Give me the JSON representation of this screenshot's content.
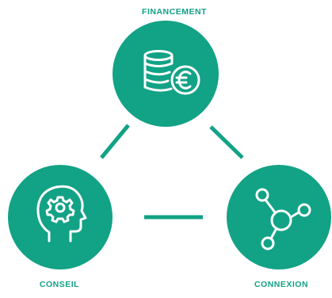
{
  "nodes": {
    "top": {
      "label": "FINANCEMENT",
      "icon": "coins-euro-icon"
    },
    "left": {
      "label": "CONSEIL",
      "icon": "head-gear-icon"
    },
    "right": {
      "label": "CONNEXION",
      "icon": "network-nodes-icon"
    }
  },
  "colors": {
    "circle": "#12a286",
    "icon_stroke": "#ffffff",
    "label": "#12a286",
    "connector": "#12a286"
  }
}
